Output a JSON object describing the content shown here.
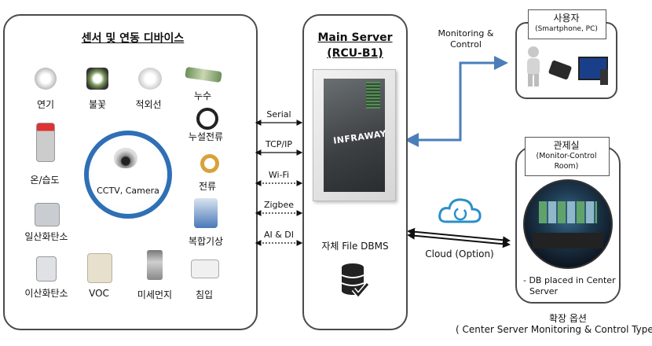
{
  "sensors": {
    "title": "센서 및 연동 디바이스",
    "items": [
      {
        "label": "연기",
        "icon": "smoke-detector-icon"
      },
      {
        "label": "불꽃",
        "icon": "flame-detector-icon"
      },
      {
        "label": "적외선",
        "icon": "infrared-sensor-icon"
      },
      {
        "label": "누수",
        "icon": "water-leak-sensor-icon"
      },
      {
        "label": "누설전류",
        "icon": "leakage-current-sensor-icon"
      },
      {
        "label": "온/습도",
        "icon": "temperature-humidity-sensor-icon"
      },
      {
        "label": "전류",
        "icon": "current-sensor-icon"
      },
      {
        "label": "복합기상",
        "icon": "weather-station-icon"
      },
      {
        "label": "일산화탄소",
        "icon": "co-sensor-icon"
      },
      {
        "label": "이산화탄소",
        "icon": "co2-sensor-icon"
      },
      {
        "label": "VOC",
        "icon": "voc-sensor-icon"
      },
      {
        "label": "미세먼지",
        "icon": "dust-sensor-icon"
      },
      {
        "label": "침입",
        "icon": "intrusion-sensor-icon"
      }
    ],
    "cctv_label": "CCTV, Camera"
  },
  "connections": [
    {
      "label": "Serial",
      "style": "solid"
    },
    {
      "label": "TCP/IP",
      "style": "solid"
    },
    {
      "label": "Wi-Fi",
      "style": "dotted"
    },
    {
      "label": "Zigbee",
      "style": "dotted"
    },
    {
      "label": "AI & DI",
      "style": "dotted"
    }
  ],
  "server": {
    "title_line1": "Main Server",
    "title_line2": "(RCU-B1)",
    "brand": "INFRAWAY",
    "dbms_label": "자체 File DBMS"
  },
  "monitoring_label_line1": "Monitoring &",
  "monitoring_label_line2": "Control",
  "user": {
    "title": "사용자",
    "subtitle": "(Smartphone, PC)"
  },
  "control_room": {
    "title": "관제실",
    "subtitle_line1": "(Monitor-Control",
    "subtitle_line2": "Room)",
    "note_line1": "- DB placed in Center",
    "note_line2": "Server"
  },
  "cloud_label": "Cloud (Option)",
  "expansion": {
    "title": "확장 옵션",
    "subtitle": "( Center Server Monitoring & Control Type)"
  },
  "colors": {
    "arrow_blue": "#4a7ebb",
    "panel_border": "#4a4a4a",
    "cctv_ring": "#2f6fb5"
  }
}
